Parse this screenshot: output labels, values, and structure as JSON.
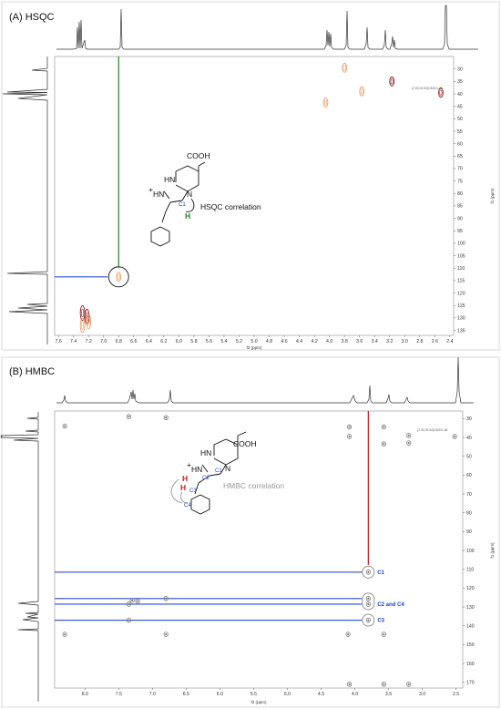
{
  "colors": {
    "hsqc_positive": "#e8a070",
    "hsqc_negative": "#8a1f1f",
    "hmbc_peak": "#777777",
    "green_line": "#1f8a1f",
    "red_line": "#c0161e",
    "blue_line": "#2a4fd8",
    "atom_label": "#1a3fd0",
    "h_green": "#1f8a1f",
    "h_red": "#d01818"
  },
  "chart_data": [
    {
      "type": "scatter",
      "title": "(A) HSQC",
      "xlabel": "f2 (ppm)",
      "ylabel": "f1 (ppm)",
      "xlim": [
        7.65,
        2.35
      ],
      "ylim": [
        25,
        137
      ],
      "x_ticks": [
        "7.6",
        "7.4",
        "7.2",
        "7.0",
        "6.8",
        "6.6",
        "6.4",
        "6.2",
        "6.0",
        "5.8",
        "5.6",
        "5.4",
        "5.2",
        "5.0",
        "4.8",
        "4.6",
        "4.4",
        "4.2",
        "4.0",
        "3.8",
        "3.6",
        "3.4",
        "3.2",
        "3.0",
        "2.8",
        "2.6",
        "2.4"
      ],
      "y_ticks": [
        "30",
        "35",
        "40",
        "45",
        "50",
        "55",
        "60",
        "65",
        "70",
        "75",
        "80",
        "85",
        "90",
        "95",
        "100",
        "105",
        "110",
        "115",
        "120",
        "125",
        "130",
        "135"
      ],
      "peaks": [
        {
          "x": 6.8,
          "y": 113.5,
          "phase": "positive"
        },
        {
          "x": 7.28,
          "y": 128.0,
          "phase": "negative"
        },
        {
          "x": 7.22,
          "y": 129.5,
          "phase": "negative"
        },
        {
          "x": 7.28,
          "y": 133.0,
          "phase": "positive"
        },
        {
          "x": 7.2,
          "y": 131.5,
          "phase": "positive"
        },
        {
          "x": 3.8,
          "y": 29.5,
          "phase": "positive"
        },
        {
          "x": 4.05,
          "y": 43.5,
          "phase": "positive"
        },
        {
          "x": 3.57,
          "y": 39.0,
          "phase": "positive"
        },
        {
          "x": 3.17,
          "y": 35.0,
          "phase": "negative"
        },
        {
          "x": 2.52,
          "y": 39.5,
          "phase": "negative"
        }
      ],
      "solvent_label": "{2.50,39.52}DMSO-d6",
      "guide_vertical_x": 6.8,
      "guide_horizontal_y": 113.5,
      "annotation": "HSQC correlation",
      "structure_labels": {
        "nh": "HN",
        "plus": "+",
        "nh2": "HN",
        "cooh": "COOH",
        "n": "N",
        "c1": "C1",
        "h1": "H"
      }
    },
    {
      "type": "scatter",
      "title": "(B) HMBC",
      "xlabel": "f2 (ppm)",
      "ylabel": "f1 (ppm)",
      "xlim": [
        8.45,
        2.4
      ],
      "ylim": [
        26,
        173
      ],
      "x_ticks": [
        "8.0",
        "7.5",
        "7.0",
        "6.5",
        "6.0",
        "5.5",
        "5.0",
        "4.5",
        "4.0",
        "3.5",
        "3.0",
        "2.5"
      ],
      "y_ticks": [
        "30",
        "40",
        "50",
        "60",
        "70",
        "80",
        "90",
        "100",
        "110",
        "120",
        "130",
        "140",
        "150",
        "160",
        "170"
      ],
      "peaks": [
        {
          "x": 7.35,
          "y": 29.0
        },
        {
          "x": 8.3,
          "y": 34.0
        },
        {
          "x": 6.8,
          "y": 29.5
        },
        {
          "x": 4.08,
          "y": 34.5
        },
        {
          "x": 4.08,
          "y": 39.5
        },
        {
          "x": 3.57,
          "y": 34.5
        },
        {
          "x": 3.57,
          "y": 43.5
        },
        {
          "x": 3.2,
          "y": 39.0
        },
        {
          "x": 3.2,
          "y": 43.0
        },
        {
          "x": 2.52,
          "y": 39.5
        },
        {
          "x": 3.8,
          "y": 111.5
        },
        {
          "x": 3.8,
          "y": 125.5
        },
        {
          "x": 3.8,
          "y": 128.5
        },
        {
          "x": 3.8,
          "y": 137.0
        },
        {
          "x": 7.3,
          "y": 126.5
        },
        {
          "x": 7.22,
          "y": 127.0
        },
        {
          "x": 7.35,
          "y": 128.5
        },
        {
          "x": 6.8,
          "y": 125.5
        },
        {
          "x": 7.35,
          "y": 137.0
        },
        {
          "x": 8.3,
          "y": 144.5
        },
        {
          "x": 6.8,
          "y": 144.5
        },
        {
          "x": 4.1,
          "y": 144.5
        },
        {
          "x": 3.57,
          "y": 144.5
        },
        {
          "x": 4.08,
          "y": 171.0
        },
        {
          "x": 3.57,
          "y": 171.0
        },
        {
          "x": 3.2,
          "y": 171.0
        }
      ],
      "solvent_label": "{2.50,39.52}DMSO-d6",
      "guide_vertical_x": 3.8,
      "guide_horizontal": [
        {
          "y": 111.5,
          "label": "C1"
        },
        {
          "y": 125.5,
          "label": ""
        },
        {
          "y": 128.5,
          "label": "C2 and C4"
        },
        {
          "y": 137.0,
          "label": "C3"
        }
      ],
      "annotation": "HMBC correlation",
      "structure_labels": {
        "nh": "HN",
        "plus": "+",
        "cooh": "COOH",
        "n": "N",
        "c1": "C1",
        "c2": "C2",
        "c3": "C3",
        "c4": "C4",
        "h": "H"
      }
    }
  ]
}
